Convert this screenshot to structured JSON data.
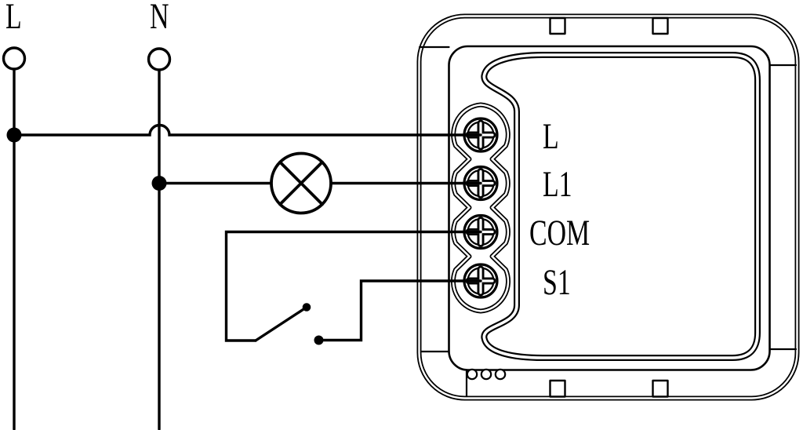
{
  "labels": {
    "supply_live": "L",
    "supply_neutral": "N"
  },
  "module": {
    "terminals": [
      {
        "label": "L"
      },
      {
        "label": "L1"
      },
      {
        "label": "COM"
      },
      {
        "label": "S1"
      }
    ]
  },
  "symbols": {
    "lamp": "lamp-icon",
    "switch": "single-pole-switch-icon",
    "screw_terminal": "phillips-screw-icon"
  },
  "colors": {
    "line": "#000000",
    "background": "#ffffff"
  }
}
